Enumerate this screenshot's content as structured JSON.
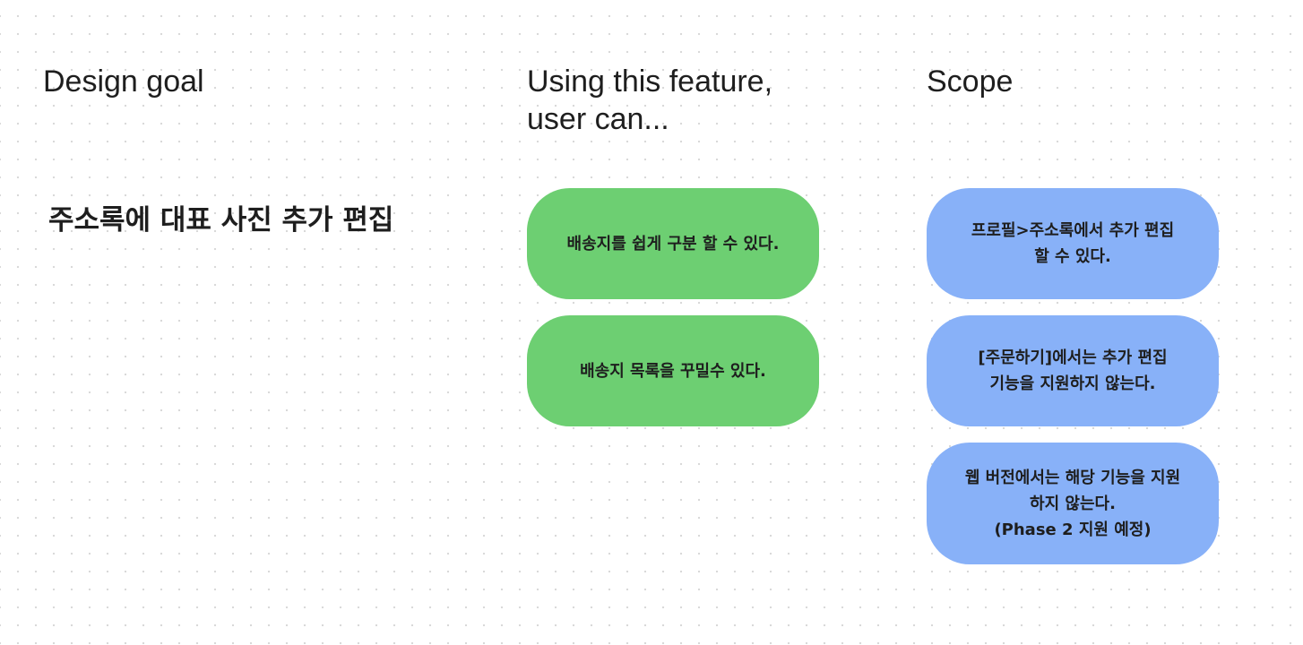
{
  "columns": {
    "design_goal": {
      "heading": [
        "Design goal"
      ],
      "goal": "주소록에 대표 사진 추가 편집"
    },
    "feature": {
      "heading": [
        "Using this feature,",
        "user can..."
      ],
      "stickies": [
        {
          "lines": [
            "배송지를 쉽게 구분 할 수 있다."
          ]
        },
        {
          "lines": [
            "배송지 목록을 꾸밀수 있다."
          ]
        }
      ]
    },
    "scope": {
      "heading": [
        "Scope"
      ],
      "stickies": [
        {
          "lines": [
            "프로필>주소록에서 추가 편집",
            "할 수 있다."
          ]
        },
        {
          "lines": [
            "[주문하기]에서는 추가 편집",
            "기능을 지원하지 않는다."
          ]
        },
        {
          "lines": [
            "웹 버전에서는 해당 기능을 지원",
            "하지 않는다.",
            "(Phase 2 지원 예정)"
          ]
        }
      ]
    }
  },
  "colors": {
    "feature_sticky": "#6dcf72",
    "scope_sticky": "#88b1f8",
    "canvas_dot": "#d9d9d9",
    "text": "#1e1e1e"
  }
}
